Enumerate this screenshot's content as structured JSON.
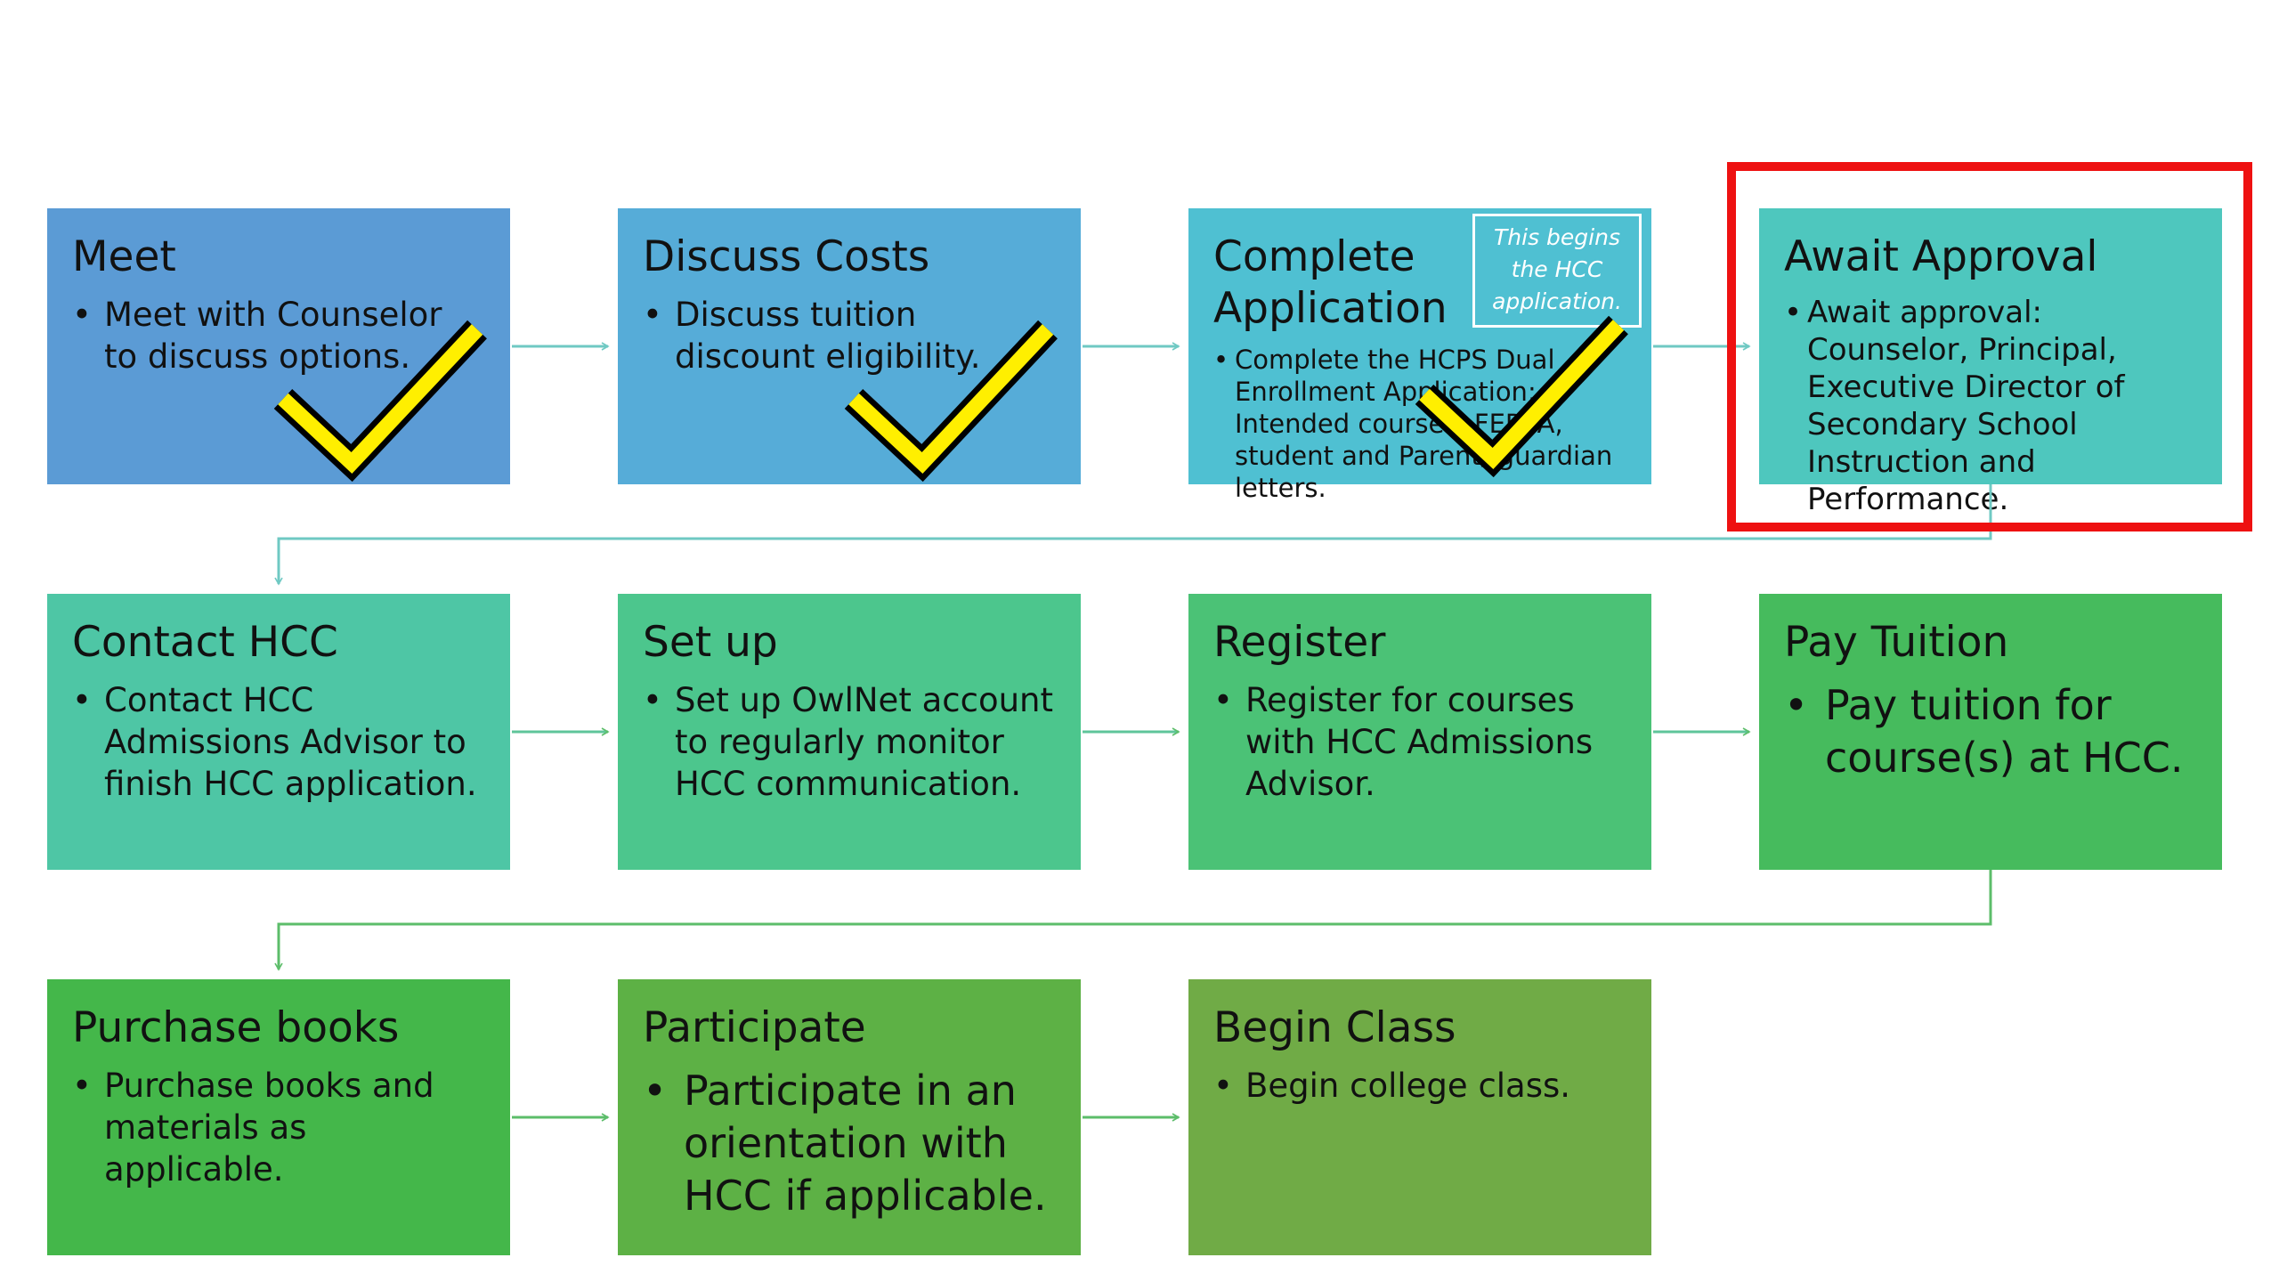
{
  "steps": [
    {
      "title": "Meet",
      "text": "Meet with Counselor to discuss options.",
      "color": "#5b9bd5"
    },
    {
      "title": "Discuss Costs",
      "text": "Discuss tuition discount eligibility.",
      "color": "#56acd8"
    },
    {
      "title": "Complete Application",
      "text": "Complete the HCPS Dual Enrollment Application: Intended courses, FERPA, student and Parent/ guardian letters.",
      "color": "#4fc0d2"
    },
    {
      "title": "Await Approval",
      "text": "Await approval: Counselor, Principal, Executive Director of Secondary School Instruction and Performance.",
      "color": "#4ec7be"
    },
    {
      "title": "Contact HCC",
      "text": "Contact HCC Admissions Advisor to finish HCC application.",
      "color": "#4ec6a5"
    },
    {
      "title": "Set up",
      "text": "Set up OwlNet account to regularly monitor HCC communication.",
      "color": "#4cc68d"
    },
    {
      "title": "Register",
      "text": "Register for courses with HCC Admissions Advisor.",
      "color": "#4bc276"
    },
    {
      "title": "Pay Tuition",
      "text": "Pay tuition for course(s) at HCC.",
      "color": "#46bb5d"
    },
    {
      "title": "Purchase books",
      "text": "Purchase books and materials as applicable.",
      "color": "#44b74a"
    },
    {
      "title": "Participate",
      "text": "Participate in an orientation with HCC if applicable.",
      "color": "#5db145"
    },
    {
      "title": "Begin Class",
      "text": "Begin college class.",
      "color": "#70ab46"
    }
  ],
  "note": "This begins the HCC application.",
  "completed_steps": 3,
  "colors": {
    "highlight": "#ee1111",
    "check_fill": "#ffef00",
    "check_outline": "#000000",
    "connector": "#6fc9c3",
    "connector_green": "#5cbd6a"
  }
}
